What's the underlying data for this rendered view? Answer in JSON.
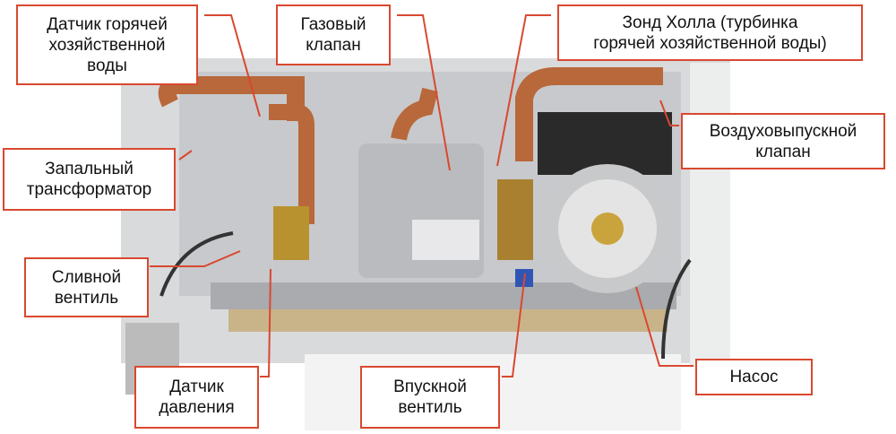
{
  "title": "Устройство газового котла",
  "labels": {
    "hot_water_sensor": "Датчик горячей\nхозяйственной\nводы",
    "gas_valve": "Газовый\nклапан",
    "hall_probe": "Зонд Холла (турбинка\nгорячей хозяйственной воды)",
    "air_vent": "Воздуховыпускной\nклапан",
    "ignition_transformer": "Запальный\nтрансформатор",
    "drain_valve": "Сливной\nвентиль",
    "pressure_sensor": "Датчик\nдавления",
    "inlet_valve": "Впускной\nвентиль",
    "pump": "Насос"
  },
  "colors": {
    "accent": "#d9482f",
    "copper": "#b8683a",
    "brass": "#b8922e"
  }
}
